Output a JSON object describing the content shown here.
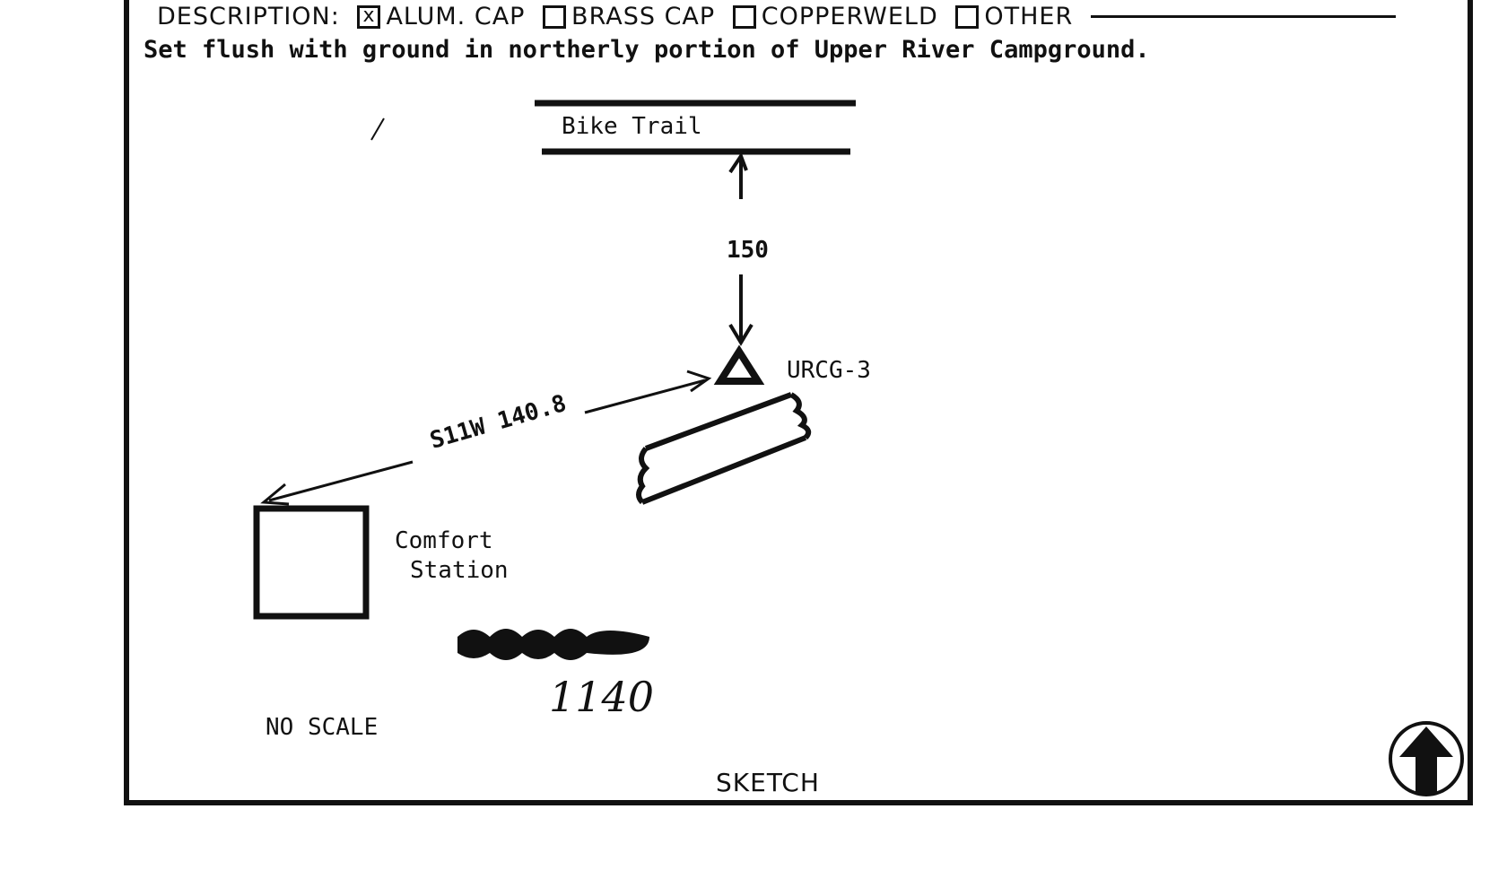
{
  "description": {
    "label": "DESCRIPTION:",
    "options": [
      {
        "label": "ALUM. CAP",
        "checked": true
      },
      {
        "label": "BRASS CAP",
        "checked": false
      },
      {
        "label": "COPPERWELD",
        "checked": false
      },
      {
        "label": "OTHER",
        "checked": false
      }
    ],
    "check_mark": "x",
    "text": "Set flush with ground in northerly portion of Upper River Campground."
  },
  "sketch": {
    "bike_trail": "Bike Trail",
    "distance_north": "150",
    "station_id": "URCG-3",
    "bearing": "S11W 140.8",
    "comfort_station_line1": "Comfort",
    "comfort_station_line2": "Station",
    "handwritten_number": "1140",
    "scale_note": "NO SCALE",
    "title": "SKETCH",
    "north_arrow_icon": "north-arrow-icon",
    "benchmark_icon": "triangle-benchmark-icon"
  }
}
